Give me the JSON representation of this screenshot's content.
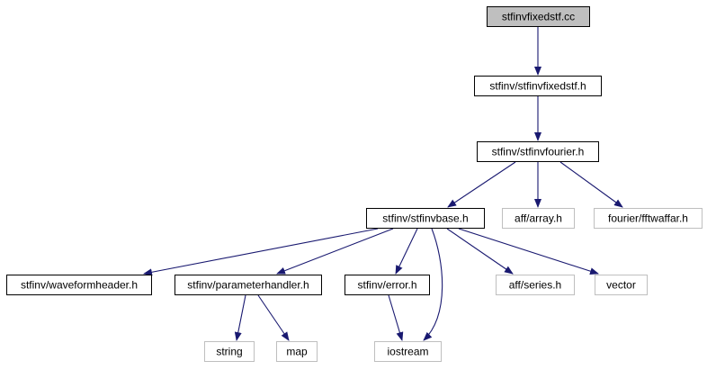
{
  "diagram": {
    "colors": {
      "edge": "#191970",
      "root_fill": "#bfbfbf",
      "node_border": "#000000",
      "external_border": "#bfbfbf",
      "fill": "#ffffff"
    },
    "nodes": {
      "root": {
        "label": "stfinvfixedstf.cc",
        "kind": "root"
      },
      "fixedstf_h": {
        "label": "stfinv/stfinvfixedstf.h",
        "kind": "local"
      },
      "fourier_h": {
        "label": "stfinv/stfinvfourier.h",
        "kind": "local"
      },
      "base_h": {
        "label": "stfinv/stfinvbase.h",
        "kind": "local"
      },
      "array_h": {
        "label": "aff/array.h",
        "kind": "external"
      },
      "fftwaffar_h": {
        "label": "fourier/fftwaffar.h",
        "kind": "external"
      },
      "waveformheader_h": {
        "label": "stfinv/waveformheader.h",
        "kind": "local"
      },
      "parameterhandler_h": {
        "label": "stfinv/parameterhandler.h",
        "kind": "local"
      },
      "error_h": {
        "label": "stfinv/error.h",
        "kind": "local"
      },
      "series_h": {
        "label": "aff/series.h",
        "kind": "external"
      },
      "vector": {
        "label": "vector",
        "kind": "external"
      },
      "string": {
        "label": "string",
        "kind": "external"
      },
      "map": {
        "label": "map",
        "kind": "external"
      },
      "iostream": {
        "label": "iostream",
        "kind": "external"
      }
    },
    "edges": [
      {
        "from": "root",
        "to": "fixedstf_h"
      },
      {
        "from": "fixedstf_h",
        "to": "fourier_h"
      },
      {
        "from": "fourier_h",
        "to": "base_h"
      },
      {
        "from": "fourier_h",
        "to": "array_h"
      },
      {
        "from": "fourier_h",
        "to": "fftwaffar_h"
      },
      {
        "from": "base_h",
        "to": "waveformheader_h"
      },
      {
        "from": "base_h",
        "to": "parameterhandler_h"
      },
      {
        "from": "base_h",
        "to": "error_h"
      },
      {
        "from": "base_h",
        "to": "iostream"
      },
      {
        "from": "base_h",
        "to": "series_h"
      },
      {
        "from": "base_h",
        "to": "vector"
      },
      {
        "from": "parameterhandler_h",
        "to": "string"
      },
      {
        "from": "parameterhandler_h",
        "to": "map"
      },
      {
        "from": "error_h",
        "to": "iostream"
      }
    ]
  }
}
